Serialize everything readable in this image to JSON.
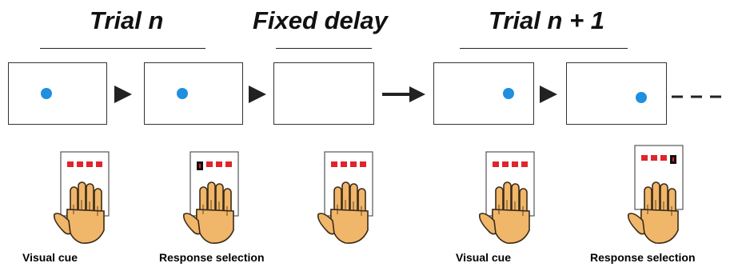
{
  "phases": [
    {
      "label": "Trial n"
    },
    {
      "label": "Fixed delay"
    },
    {
      "label": "Trial n + 1"
    }
  ],
  "captions": [
    {
      "label": "Visual cue"
    },
    {
      "label": "Response selection"
    },
    {
      "label": "Visual cue"
    },
    {
      "label": "Response selection"
    }
  ],
  "colors": {
    "cue_dot": "#1f8fe0",
    "key_red": "#e0242c",
    "key_selected": "#111111",
    "hand_fill": "#f0b66a",
    "hand_outline": "#3a2a18"
  },
  "screens": [
    {
      "cue": "left"
    },
    {
      "cue": "left"
    },
    {
      "cue": "none"
    },
    {
      "cue": "right"
    },
    {
      "cue": "right"
    }
  ],
  "keypads": [
    {
      "selected_key": 0
    },
    {
      "selected_key": 1
    },
    {
      "selected_key": 0
    },
    {
      "selected_key": 0
    },
    {
      "selected_key": 4
    }
  ],
  "continuation": "dashed-line"
}
